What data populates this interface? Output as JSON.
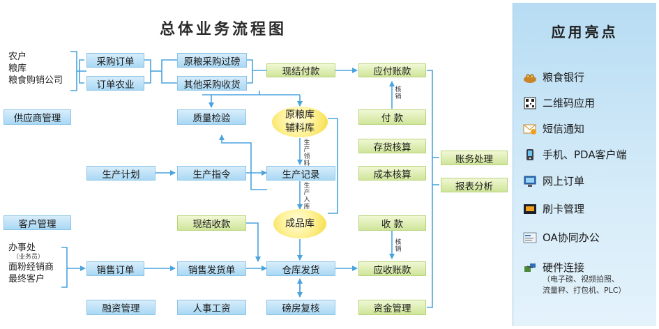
{
  "title": "总体业务流程图",
  "entities_top": [
    "农户",
    "粮库",
    "粮食购销公司"
  ],
  "entities_bottom": {
    "first": "办事处",
    "first_note": "（业务员）",
    "second": "面粉经销商",
    "third": "最终客户"
  },
  "boxes": {
    "purchase_order": "采购订单",
    "order_agriculture": "订单农业",
    "supplier_mgmt": "供应商管理",
    "raw_grain_weighing": "原粮采购过磅",
    "other_purchase_receipt": "其他采购收货",
    "cash_payment": "现结付款",
    "accounts_payable": "应付账款",
    "quality_inspection": "质量检验",
    "payment": "付 款",
    "inventory_accounting": "存货核算",
    "production_plan": "生产计划",
    "production_order": "生产指令",
    "production_record": "生产记录",
    "cost_accounting": "成本核算",
    "account_processing": "账务处理",
    "report_analysis": "报表分析",
    "customer_mgmt": "客户管理",
    "cash_receipt": "现结收款",
    "collection": "收 款",
    "sales_order": "销售订单",
    "sales_delivery": "销售发货单",
    "warehouse_shipping": "仓库发货",
    "accounts_receivable": "应收账款",
    "financing_mgmt": "融资管理",
    "hr_payroll": "人事工资",
    "weighroom_recheck": "磅房复核",
    "fund_mgmt": "资金管理"
  },
  "ovals": {
    "raw_grain_warehouse": "原粮库",
    "auxiliary_warehouse": "辅料库",
    "finished_warehouse": "成品库"
  },
  "vertical_labels": {
    "verify_top": "核销",
    "production_requisition": "生产领料",
    "production_storage": "生产入库",
    "verify_bottom": "核销"
  },
  "highlights": {
    "title": "应用亮点",
    "items": [
      {
        "label": "粮食银行",
        "icon": "grain-bank-icon"
      },
      {
        "label": "二维码应用",
        "icon": "qr-code-icon"
      },
      {
        "label": "短信通知",
        "icon": "sms-envelope-icon"
      },
      {
        "label": "手机、PDA客户端",
        "icon": "mobile-phone-icon"
      },
      {
        "label": "网上订单",
        "icon": "online-order-icon"
      },
      {
        "label": "刷卡管理",
        "icon": "card-swipe-icon"
      },
      {
        "label": "OA协同办公",
        "icon": "oa-document-icon"
      },
      {
        "label": "硬件连接",
        "icon": "hardware-connect-icon"
      }
    ],
    "hardware_note_line1": "（电子磅、视频拍照、",
    "hardware_note_line2": "流量秤、打包机、PLC）"
  },
  "colors": {
    "line": "#4aa3dd",
    "box_blue": "#a9d8f4",
    "box_green": "#cfe59a",
    "oval_yellow": "#f3d93a",
    "panel_bg": "#c9e5f6"
  }
}
